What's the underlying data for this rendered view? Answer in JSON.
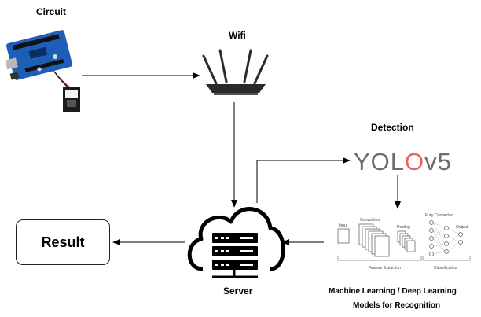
{
  "labels": {
    "circuit": "Circuit",
    "wifi": "Wifi",
    "detection": "Detection",
    "server": "Server",
    "ml_line1": "Machine Learning / Deep Learning",
    "ml_line2": "Models for Recognition"
  },
  "result": "Result",
  "yolo": {
    "prefix": "YOL",
    "o": "O",
    "suffix": "v5"
  },
  "cnn": {
    "input": "Input",
    "convolution": "Convolution",
    "pooling": "Pooling",
    "fully_connected": "Fully Connected",
    "output": "Output",
    "feature_extraction": "Feature Extraction",
    "classification": "Classification"
  },
  "colors": {
    "arrow": "#000000",
    "board": "#1d5fb8",
    "yolo_accent": "#e86464",
    "router": "#2a2a2a"
  }
}
